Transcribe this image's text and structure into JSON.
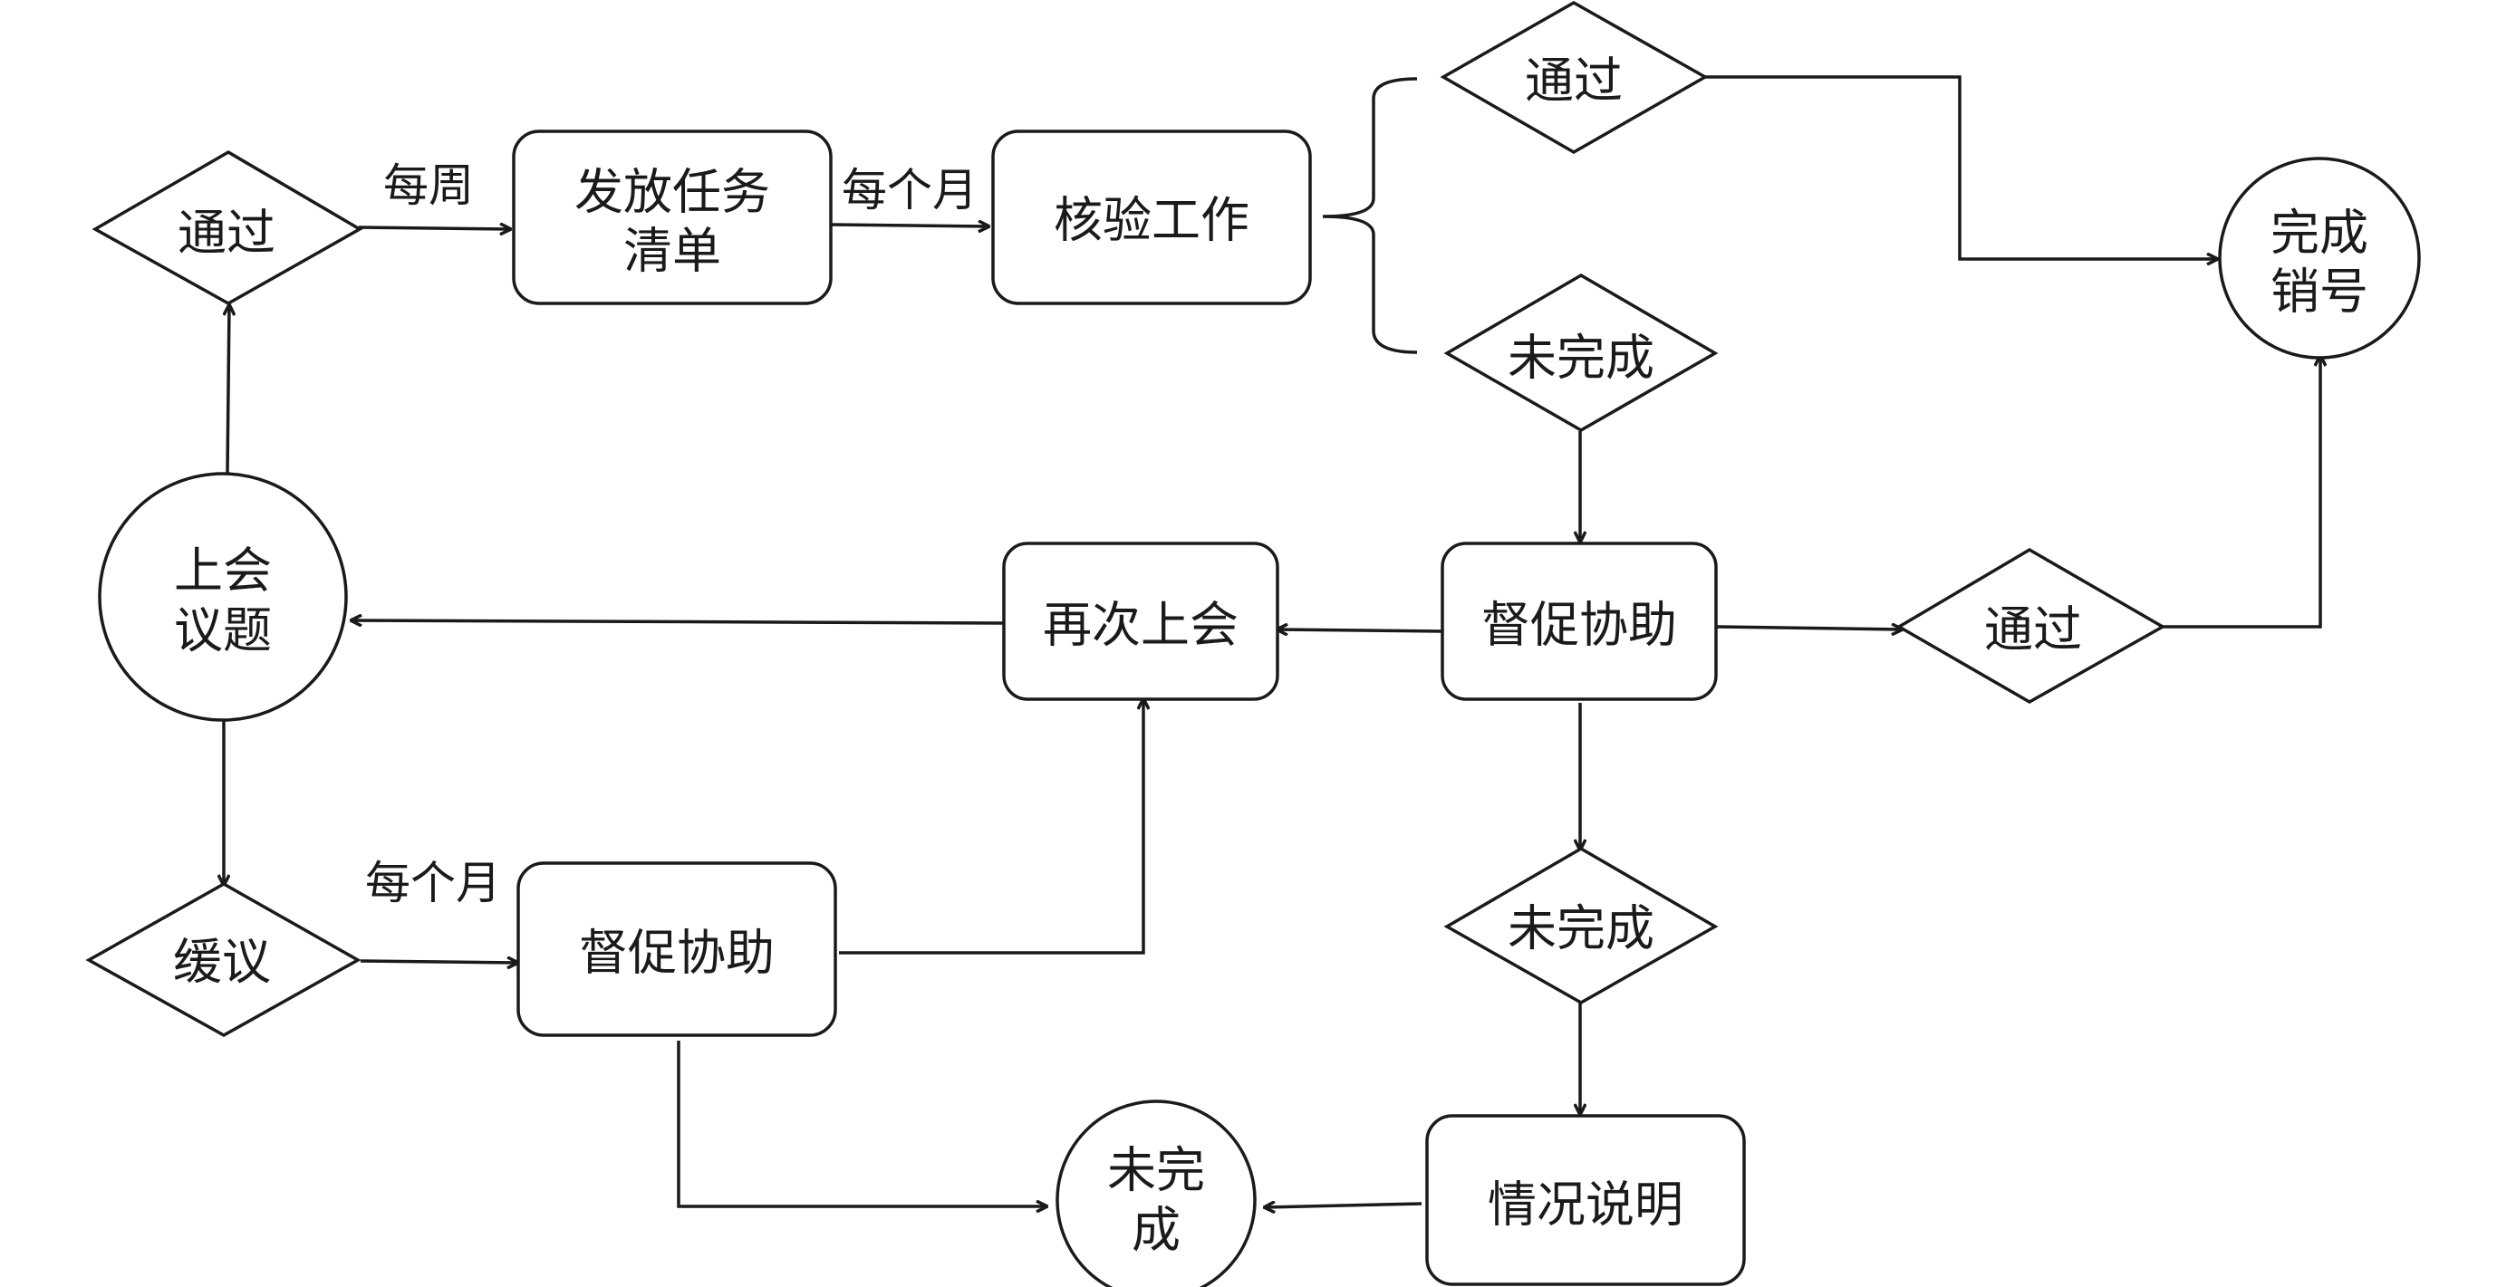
{
  "nodes": {
    "agenda": {
      "lines": [
        "上会",
        "议题"
      ]
    },
    "pass_top_left": {
      "lines": [
        "通过"
      ]
    },
    "issue_task_list": {
      "lines": [
        "发放任务",
        "清单"
      ]
    },
    "verify_work": {
      "lines": [
        "核验工作"
      ]
    },
    "pass_top": {
      "lines": [
        "通过"
      ]
    },
    "incomplete_top": {
      "lines": [
        "未完成"
      ]
    },
    "complete_cancel": {
      "lines": [
        "完成",
        "销号"
      ]
    },
    "resubmit_meeting": {
      "lines": [
        "再次上会"
      ]
    },
    "supervise_assist_mid": {
      "lines": [
        "督促协助"
      ]
    },
    "pass_right": {
      "lines": [
        "通过"
      ]
    },
    "postpone": {
      "lines": [
        "缓议"
      ]
    },
    "supervise_assist_low": {
      "lines": [
        "督促协助"
      ]
    },
    "incomplete_mid": {
      "lines": [
        "未完成"
      ]
    },
    "situation_report": {
      "lines": [
        "情况说明"
      ]
    },
    "incomplete_final": {
      "lines": [
        "未完",
        "成"
      ]
    }
  },
  "edge_labels": {
    "weekly": "每周",
    "monthly_top": "每个月",
    "monthly_bottom": "每个月"
  },
  "colors": {
    "stroke": "#1a1a1a",
    "background": "#ffffff"
  }
}
